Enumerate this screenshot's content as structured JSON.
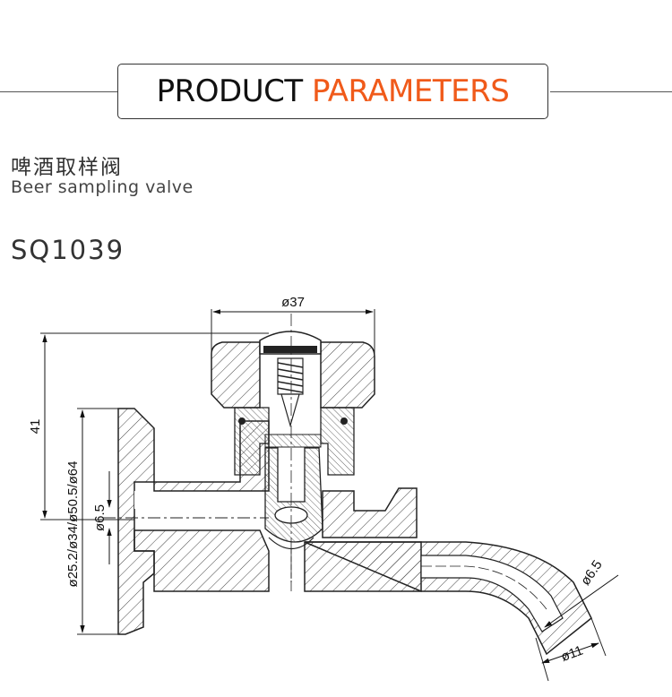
{
  "header": {
    "title_part1": "PRODUCT",
    "title_part2": "PARAMETERS",
    "accent_color": "#f05a1a"
  },
  "product": {
    "name_cn": "啤酒取样阀",
    "name_en": "Beer sampling valve",
    "model": "SQ1039"
  },
  "dimensions": {
    "top_diameter": "ø37",
    "height": "41",
    "clamp_diameters": "ø25.2/ø34/ø50.5/ø64",
    "bore": "ø6.5",
    "outlet_inner": "ø6.5",
    "outlet_outer": "ø11"
  }
}
